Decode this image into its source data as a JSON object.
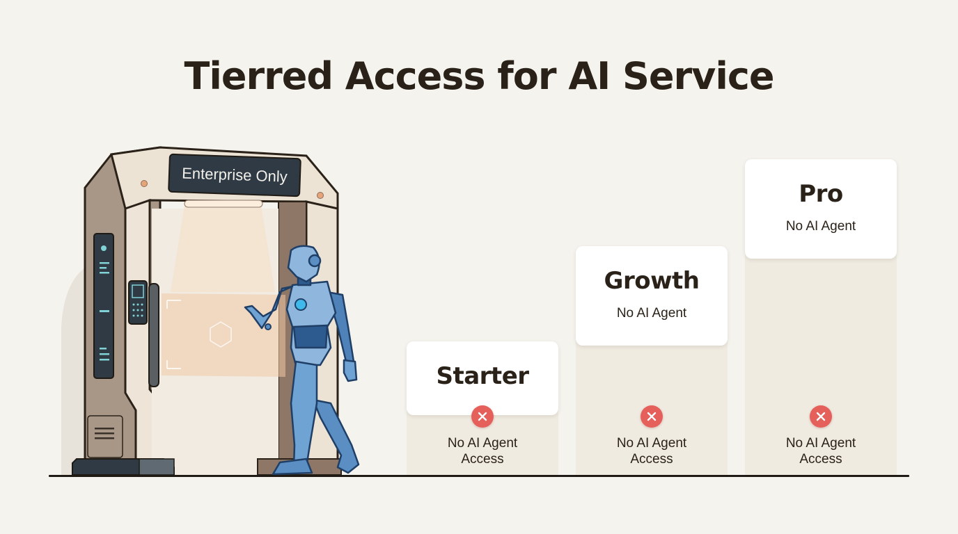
{
  "title": "Tierred Access for AI Service",
  "illustration": {
    "gate_sign": "Enterprise Only",
    "colors": {
      "gate_frame_light": "#ece2d3",
      "gate_frame_dark": "#a18f80",
      "panel": "#2f3a44",
      "panel_accent": "#7fd3d6",
      "hologram": "#f1c9a6",
      "robot_blue": "#5b8fc4",
      "robot_dark": "#1f3f66",
      "robot_core": "#3fb8ea"
    }
  },
  "tiers": [
    {
      "name": "Starter",
      "card_subtitle": "",
      "status": "No AI Agent Access",
      "status_line1": "No AI Agent",
      "status_line2": "Access"
    },
    {
      "name": "Growth",
      "card_subtitle": "No AI Agent",
      "status": "No AI Agent Access",
      "status_line1": "No AI Agent",
      "status_line2": "Access"
    },
    {
      "name": "Pro",
      "card_subtitle": "No AI Agent",
      "status": "No AI Agent Access",
      "status_line1": "No AI Agent",
      "status_line2": "Access"
    }
  ],
  "colors": {
    "background": "#f5f3ee",
    "column": "#efebe1",
    "card": "#ffffff",
    "text": "#2a2218",
    "deny_badge": "#e5605a",
    "ground_line": "#1f1a14"
  }
}
